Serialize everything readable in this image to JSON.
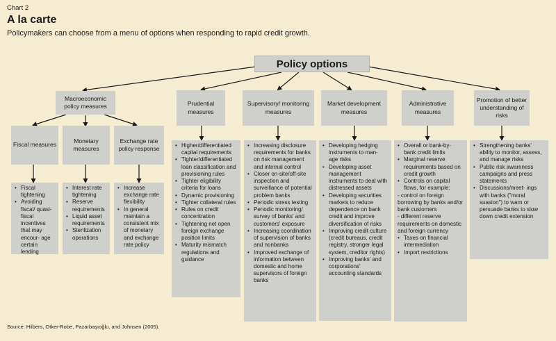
{
  "header": {
    "chart_number": "Chart 2",
    "title": "A la carte",
    "subtitle": "Policymakers can choose from a menu of options when responding to rapid credit growth."
  },
  "root": {
    "label": "Policy options"
  },
  "categories": [
    {
      "id": "macro",
      "label": "Macroeconomic policy measures"
    },
    {
      "id": "prudential",
      "label": "Prudential measures"
    },
    {
      "id": "supervisory",
      "label": "Supervisory/ monitoring measures"
    },
    {
      "id": "market",
      "label": "Market development measures"
    },
    {
      "id": "admin",
      "label": "Administrative measures"
    },
    {
      "id": "promotion",
      "label": "Promotion of better understanding of risks"
    }
  ],
  "macro_sub": [
    {
      "label": "Fiscal measures"
    },
    {
      "label": "Monetary measures"
    },
    {
      "label": "Exchange rate policy response"
    }
  ],
  "lists": {
    "fiscal": [
      "Fiscal tightening",
      "Avoiding fiscal/ quasi-fiscal incentives that may encour- age certain lending"
    ],
    "monetary": [
      "Interest rate tightening",
      "Reserve requirements",
      "Liquid asset requirements",
      "Sterilization operations"
    ],
    "exchange": [
      "Increase exchange rate flexibility",
      "In general maintain a consistent mix of monetary and exchange rate policy"
    ],
    "prudential": [
      "Higher/differentiated capital requirements",
      "Tighter/differentiated loan classification and provisioning rules",
      "Tighter eligibility criteria for loans",
      "Dynamic provisioning",
      "Tighter collateral rules",
      "Rules on credit concentration",
      "Tightening net open foreign exchange position limits",
      "Maturity mismatch regulations and guidance"
    ],
    "supervisory": [
      "Increasing disclosure requirements for banks on risk management and internal control",
      "Closer on-site/off-site inspection and surveillance of potential problem banks",
      "Periodic stress testing",
      "Periodic monitoring/ survey of banks' and customers' exposure",
      "Increasing coordination of supervision of banks and nonbanks",
      "Improved exchange of information between domestic and home supervisors of foreign banks"
    ],
    "market": [
      "Developing hedging instruments to man- age risks",
      "Developing asset management instruments to deal with distressed assets",
      "Developing securities markets to reduce dependence on bank credit and improve diversification of risks",
      "Improving credit culture (credit bureaus, credit registry, stronger legal system, creditor rights)",
      "Improving banks' and corporations' accounting standards"
    ],
    "admin": [
      "Overall or bank-by- bank credit limits",
      "Marginal reserve requirements based on credit growth",
      "Controls on capital flows, for example:"
    ],
    "admin_plain": [
      "- control on foreign borrowing by banks and/or bank customers",
      "- different reserve requirements on domestic and foreign currency"
    ],
    "admin_tail": [
      "Taxes on financial intermediation",
      "Import restrictions"
    ],
    "promotion": [
      "Strengthening banks' ability to monitor, assess, and manage risks",
      "Public risk awareness campaigns and press statements",
      "Discussions/meet- ings with banks (\"moral suasion\") to warn or persuade banks to slow down credit extension"
    ]
  },
  "footer": {
    "source": "Source: Hilbers, Otker-Robe, Pazarbaşıoğlu, and Johnsen (2005)."
  }
}
